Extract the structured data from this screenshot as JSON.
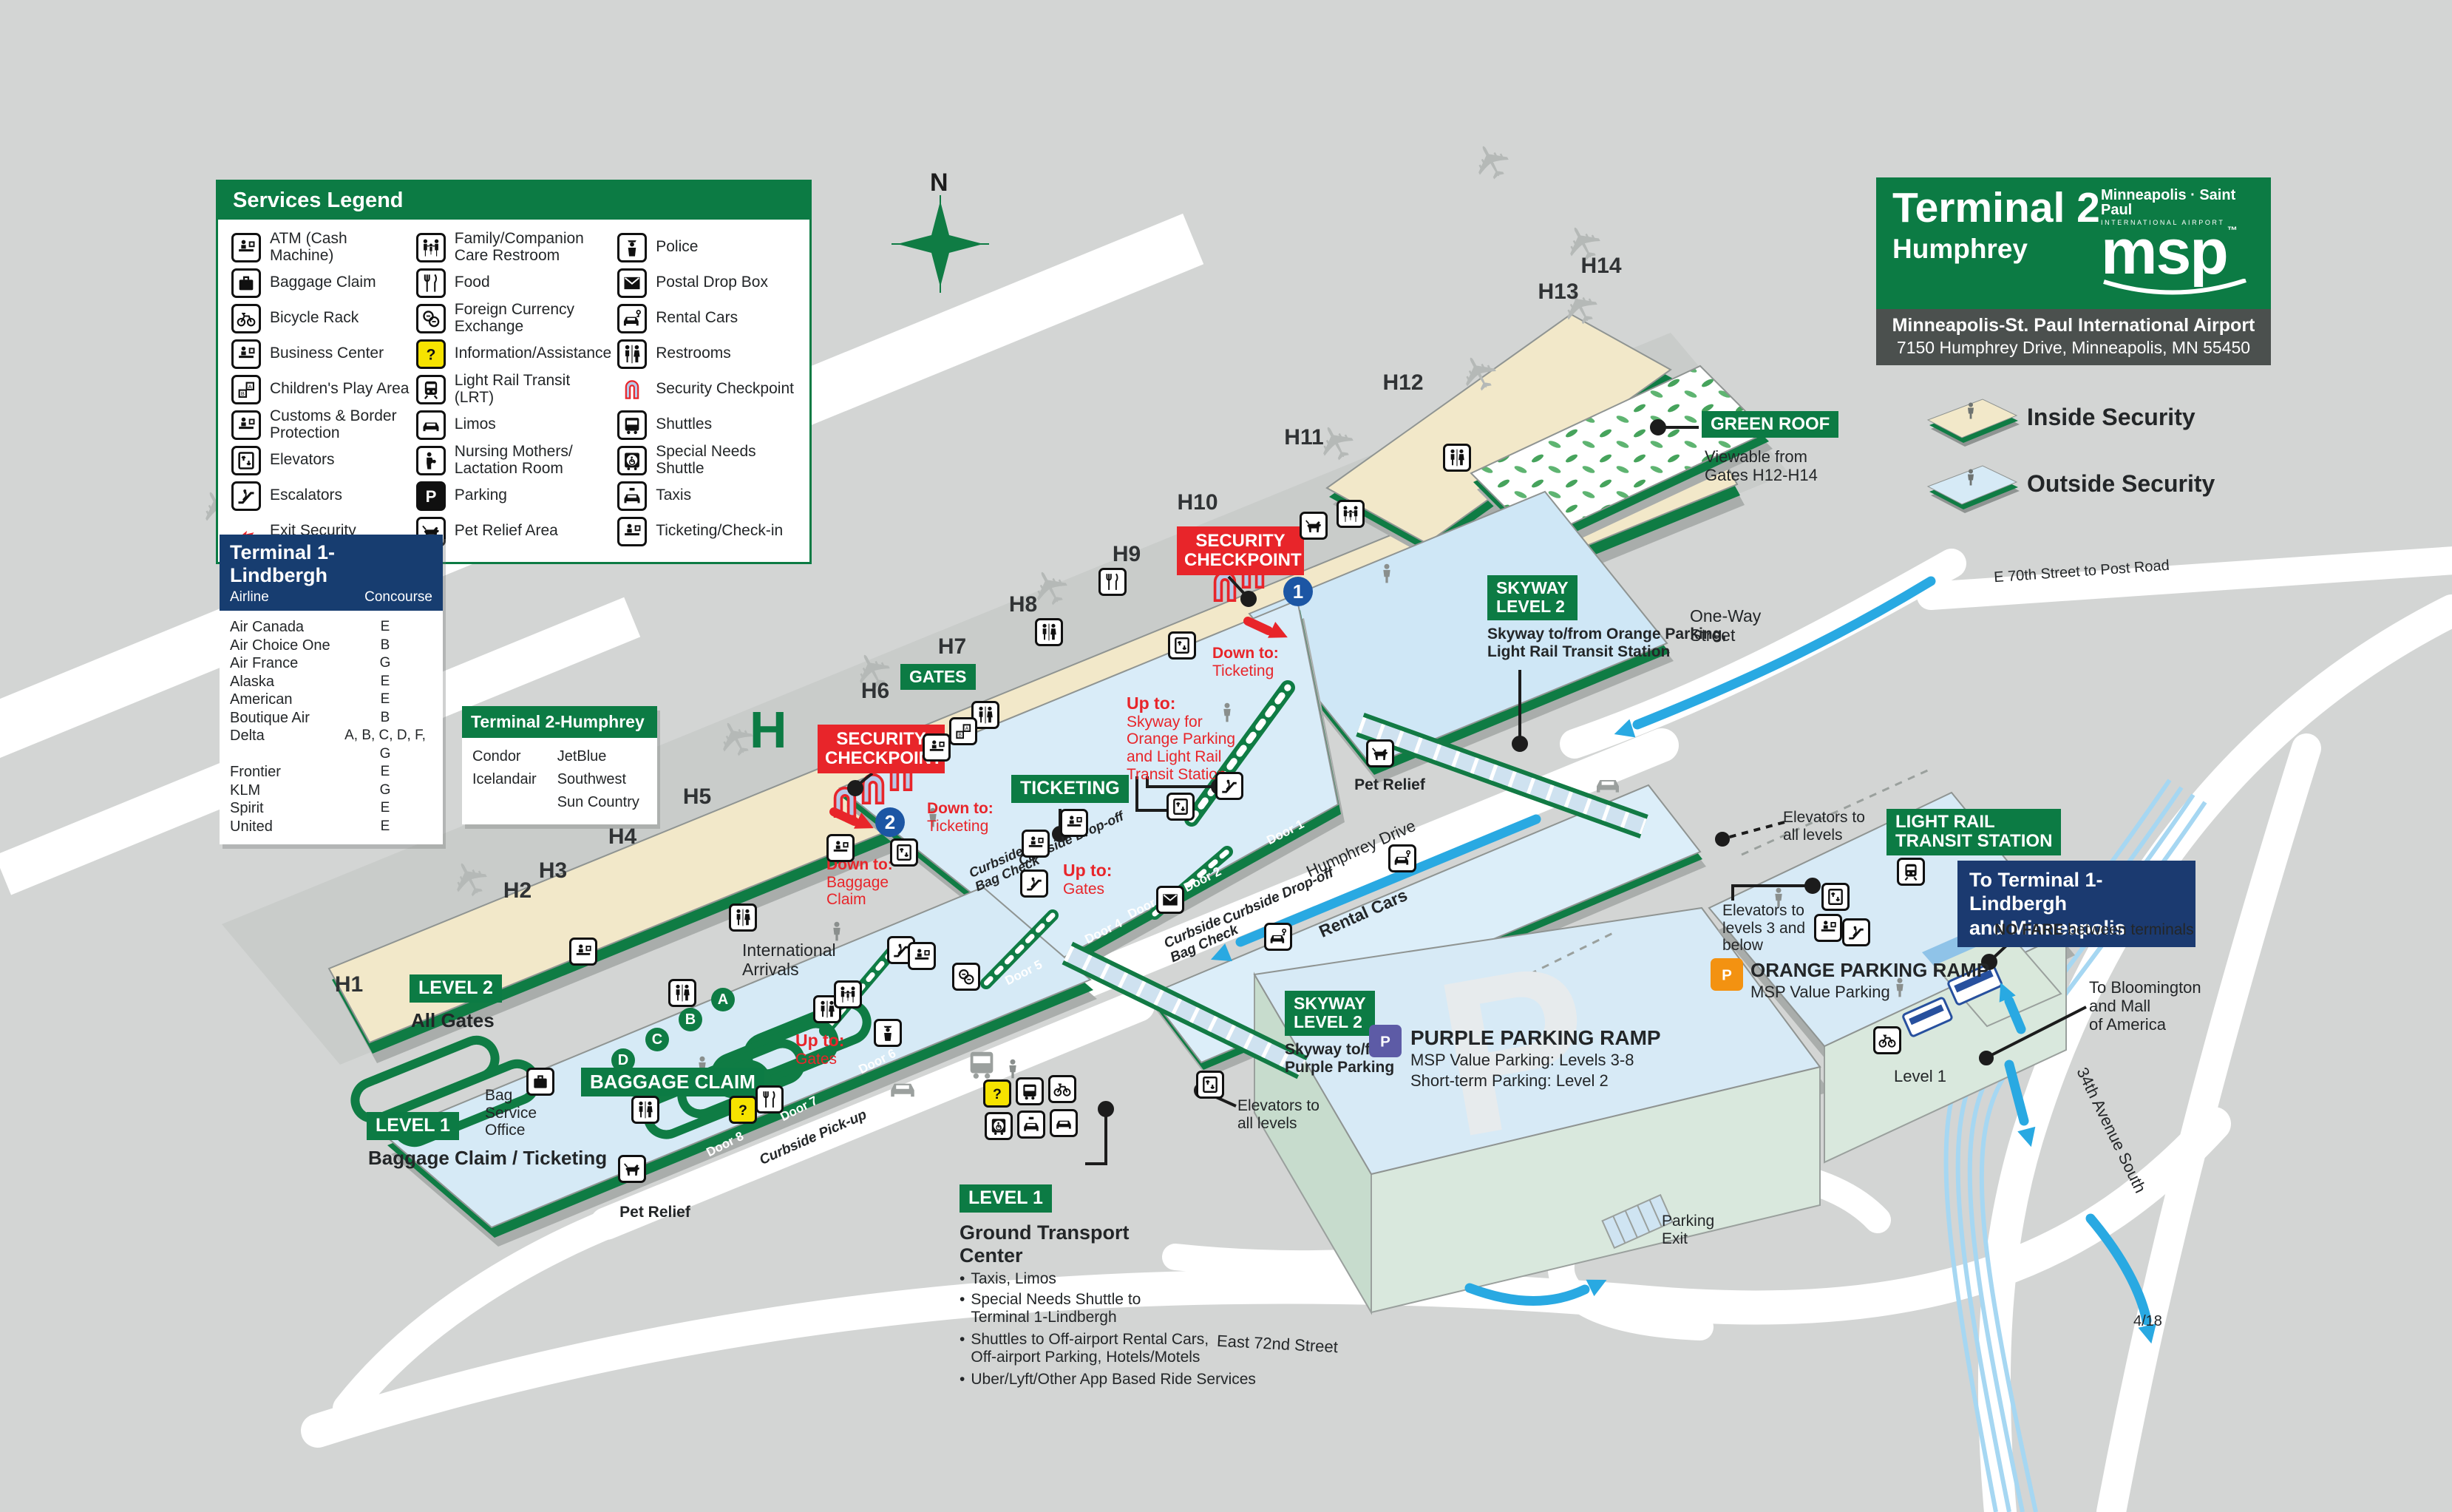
{
  "header": {
    "terminal": "Terminal 2",
    "name": "Humphrey",
    "msp_line1": "Minneapolis · Saint Paul",
    "msp_line2": "INTERNATIONAL AIRPORT",
    "msp_logo": "msp",
    "msp_tm": "™",
    "airport": "Minneapolis-St. Paul International Airport",
    "address": "7150 Humphrey Drive, Minneapolis, MN 55450"
  },
  "security_key": {
    "inside": "Inside Security",
    "outside": "Outside Security"
  },
  "legend": {
    "title": "Services Legend",
    "col1": [
      {
        "icon": "#sym-desk",
        "label": "ATM (Cash Machine)"
      },
      {
        "icon": "#sym-suitcase",
        "label": "Baggage Claim"
      },
      {
        "icon": "#sym-bicycle",
        "label": "Bicycle Rack"
      },
      {
        "icon": "#sym-desk",
        "label": "Business Center"
      },
      {
        "icon": "#sym-play",
        "label": "Children's Play Area"
      },
      {
        "icon": "#sym-desk",
        "label": "Customs & Border\nProtection"
      },
      {
        "icon": "#sym-elevator",
        "label": "Elevators"
      },
      {
        "icon": "#sym-escalator",
        "label": "Escalators"
      },
      {
        "icon": "#sym-arrow-red",
        "label": "Exit Security"
      }
    ],
    "col2": [
      {
        "icon": "#sym-family",
        "label": "Family/Companion\nCare Restroom"
      },
      {
        "icon": "#sym-food",
        "label": "Food"
      },
      {
        "icon": "#sym-currency",
        "label": "Foreign Currency\nExchange"
      },
      {
        "icon": "#sym-question",
        "label": "Information/Assistance"
      },
      {
        "icon": "#sym-train",
        "label": "Light Rail Transit (LRT)"
      },
      {
        "icon": "#sym-car",
        "label": "Limos"
      },
      {
        "icon": "#sym-nursing",
        "label": "Nursing Mothers/\nLactation Room"
      },
      {
        "icon": "#sym-parking",
        "label": "Parking"
      },
      {
        "icon": "#sym-dog",
        "label": "Pet Relief Area"
      }
    ],
    "col3": [
      {
        "icon": "#sym-police",
        "label": "Police"
      },
      {
        "icon": "#sym-envelope",
        "label": "Postal Drop Box"
      },
      {
        "icon": "#sym-rental",
        "label": "Rental Cars"
      },
      {
        "icon": "#sym-restroom",
        "label": "Restrooms"
      },
      {
        "icon": "#sym-gate",
        "label": "Security Checkpoint"
      },
      {
        "icon": "#sym-bus",
        "label": "Shuttles"
      },
      {
        "icon": "#sym-specialbus",
        "label": "Special Needs Shuttle"
      },
      {
        "icon": "#sym-taxi",
        "label": "Taxis"
      },
      {
        "icon": "#sym-desk",
        "label": "Ticketing/Check-in"
      }
    ]
  },
  "terminal1": {
    "title": "Terminal 1-Lindbergh",
    "col_airline": "Airline",
    "col_concourse": "Concourse",
    "rows": [
      {
        "airline": "Air Canada",
        "concourse": "E"
      },
      {
        "airline": "Air Choice One",
        "concourse": "B"
      },
      {
        "airline": "Air France",
        "concourse": "G"
      },
      {
        "airline": "Alaska",
        "concourse": "E"
      },
      {
        "airline": "American",
        "concourse": "E"
      },
      {
        "airline": "Boutique Air",
        "concourse": "B"
      },
      {
        "airline": "Delta",
        "concourse": "A, B, C, D, F, G"
      },
      {
        "airline": "Frontier",
        "concourse": "E"
      },
      {
        "airline": "KLM",
        "concourse": "G"
      },
      {
        "airline": "Spirit",
        "concourse": "E"
      },
      {
        "airline": "United",
        "concourse": "E"
      }
    ]
  },
  "terminal2": {
    "title": "Terminal 2-Humphrey",
    "col1": [
      "Condor",
      "Icelandair"
    ],
    "col2": [
      "JetBlue",
      "Southwest",
      "Sun Country"
    ]
  },
  "map": {
    "n": "N",
    "plane": "✈",
    "big_h": "H",
    "big_p": "P",
    "gates": [
      "H1",
      "H2",
      "H3",
      "H4",
      "H5",
      "H6",
      "H7",
      "H8",
      "H9",
      "H10",
      "H11",
      "H12",
      "H13",
      "H14"
    ],
    "gates_box": "GATES",
    "green_roof_title": "GREEN ROOF",
    "green_roof_note": "Viewable from\nGates H12-H14",
    "sec_title": "SECURITY\nCHECKPOINT",
    "sec1_num": "1",
    "sec2_num": "2",
    "down_to": "Down to:",
    "ticketing_word": "Ticketing",
    "baggage_word": "Baggage\nClaim",
    "up_to": "Up to:",
    "gates_word": "Gates",
    "skyway_orange_note": "Skyway for\nOrange Parking\nand Light Rail\nTransit Station",
    "ticketing_box": "TICKETING",
    "skyway_box": "SKYWAY\nLEVEL 2",
    "skyway_right_note": "Skyway to/from Orange Parking,\nLight Rail Transit Station",
    "skyway_center_note": "Skyway to/from\nPurple Parking",
    "one_way": "One-Way\nStreet",
    "pet_relief": "Pet Relief",
    "level2_box": "LEVEL 2",
    "level2_note": "All Gates",
    "level1_box": "LEVEL 1",
    "level1_note": "Baggage Claim / Ticketing",
    "intl": "International\nArrivals",
    "bag_service": "Bag\nService\nOffice",
    "baggage_banner": "BAGGAGE CLAIM",
    "carousels": [
      "A",
      "B",
      "C",
      "D"
    ],
    "doors": [
      "Door 1",
      "Door 2",
      "Door 3",
      "Door 4",
      "Door 5",
      "Door 6",
      "Door 7",
      "Door 8"
    ],
    "curb_bag": "Curbside\nBag Check",
    "curb_drop": "Curbside Drop-off",
    "curb_pick": "Curbside Pick-up",
    "humphrey": "Humphrey Drive",
    "rental": "Rental Cars",
    "purple_title": "PURPLE PARKING RAMP",
    "purple_l1": "MSP Value Parking: Levels 3-8",
    "purple_l2": "Short-term Parking: Level 2",
    "orange_title": "ORANGE PARKING RAMP",
    "orange_l1": "MSP Value Parking",
    "elev_all": "Elevators to\nall levels",
    "elev_below": "Elevators to\nlevels 3 and\nbelow",
    "ramp_level1": "Level 1",
    "lrt_box": "LIGHT RAIL\nTRANSIT STATION",
    "to_t1": "To Terminal 1-Lindbergh\nand Minneapolis",
    "no_fare_b": "NO FARE",
    "no_fare_r": " between terminals",
    "bloomington": "To Bloomington\nand Mall\nof America",
    "ave34": "34th Avenue South",
    "e70": "E 70th Street to Post Road",
    "e72": "East 72nd Street",
    "parking_exit": "Parking\nExit",
    "gtc_box": "LEVEL 1",
    "gtc_title": "Ground Transport\nCenter",
    "gtc_b1": "Taxis, Limos",
    "gtc_b2": "Special Needs Shuttle to\nTerminal 1-Lindbergh",
    "gtc_b3": "Shuttles to Off-airport Rental Cars,\nOff-airport Parking, Hotels/Motels",
    "gtc_b4": "Uber/Lyft/Other App Based Ride Services",
    "date": "4/18"
  }
}
